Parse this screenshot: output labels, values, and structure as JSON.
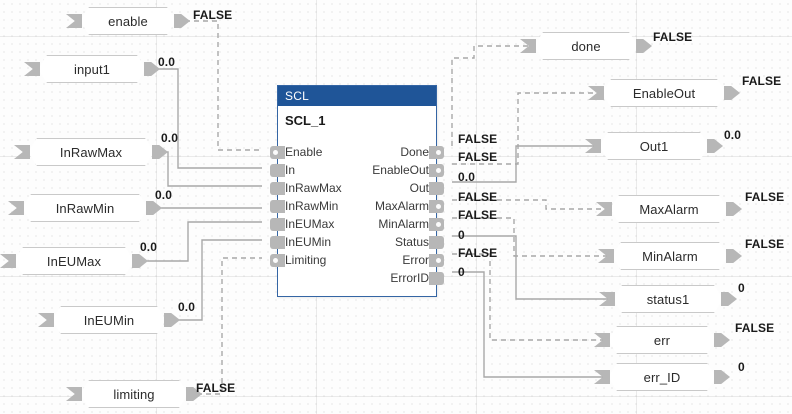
{
  "block": {
    "language": "SCL",
    "instance_name": "SCL_1",
    "inputs": [
      {
        "name": "Enable",
        "type": "bool"
      },
      {
        "name": "In",
        "type": "num"
      },
      {
        "name": "InRawMax",
        "type": "num"
      },
      {
        "name": "InRawMin",
        "type": "num"
      },
      {
        "name": "InEUMax",
        "type": "num"
      },
      {
        "name": "InEUMin",
        "type": "num"
      },
      {
        "name": "Limiting",
        "type": "bool"
      }
    ],
    "outputs": [
      {
        "name": "Done",
        "type": "bool",
        "value": "FALSE"
      },
      {
        "name": "EnableOut",
        "type": "bool",
        "value": "FALSE"
      },
      {
        "name": "Out",
        "type": "num",
        "value": "0.0"
      },
      {
        "name": "MaxAlarm",
        "type": "bool",
        "value": "FALSE"
      },
      {
        "name": "MinAlarm",
        "type": "bool",
        "value": "FALSE"
      },
      {
        "name": "Status",
        "type": "num",
        "value": "0"
      },
      {
        "name": "Error",
        "type": "bool",
        "value": "FALSE"
      },
      {
        "name": "ErrorID",
        "type": "num",
        "value": "0"
      }
    ]
  },
  "input_tags": [
    {
      "label": "enable",
      "value": "FALSE",
      "type": "bool"
    },
    {
      "label": "input1",
      "value": "0.0",
      "type": "num"
    },
    {
      "label": "InRawMax",
      "value": "0.0",
      "type": "num"
    },
    {
      "label": "InRawMin",
      "value": "0.0",
      "type": "num"
    },
    {
      "label": "InEUMax",
      "value": "0.0",
      "type": "num"
    },
    {
      "label": "InEUMin",
      "value": "0.0",
      "type": "num"
    },
    {
      "label": "limiting",
      "value": "FALSE",
      "type": "bool"
    }
  ],
  "output_tags": [
    {
      "label": "done",
      "value": "FALSE",
      "type": "bool"
    },
    {
      "label": "EnableOut",
      "value": "FALSE",
      "type": "bool"
    },
    {
      "label": "Out1",
      "value": "0.0",
      "type": "num"
    },
    {
      "label": "MaxAlarm",
      "value": "FALSE",
      "type": "bool"
    },
    {
      "label": "MinAlarm",
      "value": "FALSE",
      "type": "bool"
    },
    {
      "label": "status1",
      "value": "0",
      "type": "num"
    },
    {
      "label": "err",
      "value": "FALSE",
      "type": "bool"
    },
    {
      "label": "err_ID",
      "value": "0",
      "type": "num"
    }
  ],
  "colors": {
    "header": "#1f5598",
    "block_border": "#3465a4",
    "wire": "#9a9a9a",
    "pin": "#b7b7b7",
    "canvas": "#fdfdfd"
  }
}
